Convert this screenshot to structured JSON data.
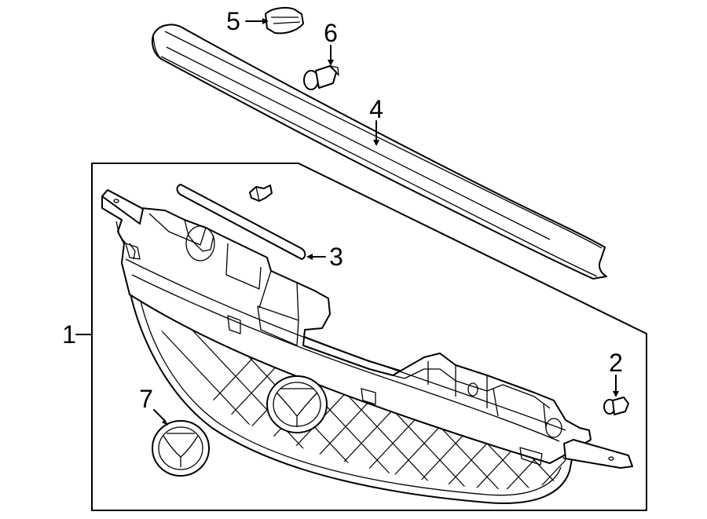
{
  "callouts": [
    {
      "id": "1",
      "text": "1",
      "part": "radiator-grille-assembly"
    },
    {
      "id": "2",
      "text": "2",
      "part": "grille-clip"
    },
    {
      "id": "3",
      "text": "3",
      "part": "grille-seal-strip"
    },
    {
      "id": "4",
      "text": "4",
      "part": "upper-molding"
    },
    {
      "id": "5",
      "text": "5",
      "part": "molding-clip"
    },
    {
      "id": "6",
      "text": "6",
      "part": "push-pin-retainer"
    },
    {
      "id": "7",
      "text": "7",
      "part": "emblem"
    }
  ],
  "colors": {
    "line": "#000000",
    "background": "#ffffff"
  }
}
